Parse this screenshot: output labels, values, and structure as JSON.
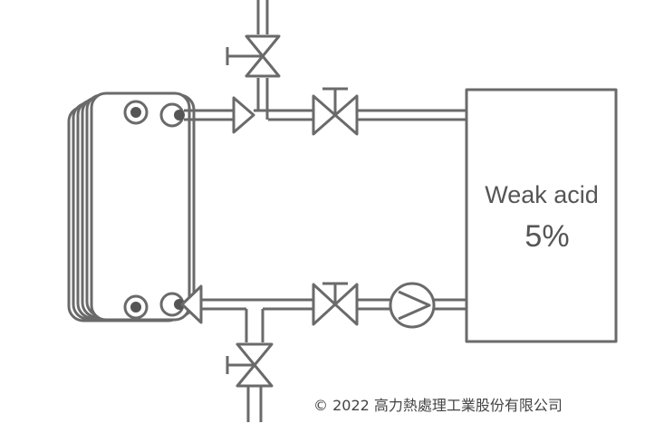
{
  "tank": {
    "label": "Weak acid",
    "concentration": "5%"
  },
  "copyright": "© 2022 高力熱處理工業股份有限公司",
  "colors": {
    "stroke": "#6a6a6a",
    "text": "#555555",
    "background": "#ffffff"
  },
  "components": [
    "plate-heat-exchanger",
    "check-valve",
    "gate-valve",
    "drain-valve",
    "circulation-pump",
    "storage-tank"
  ]
}
